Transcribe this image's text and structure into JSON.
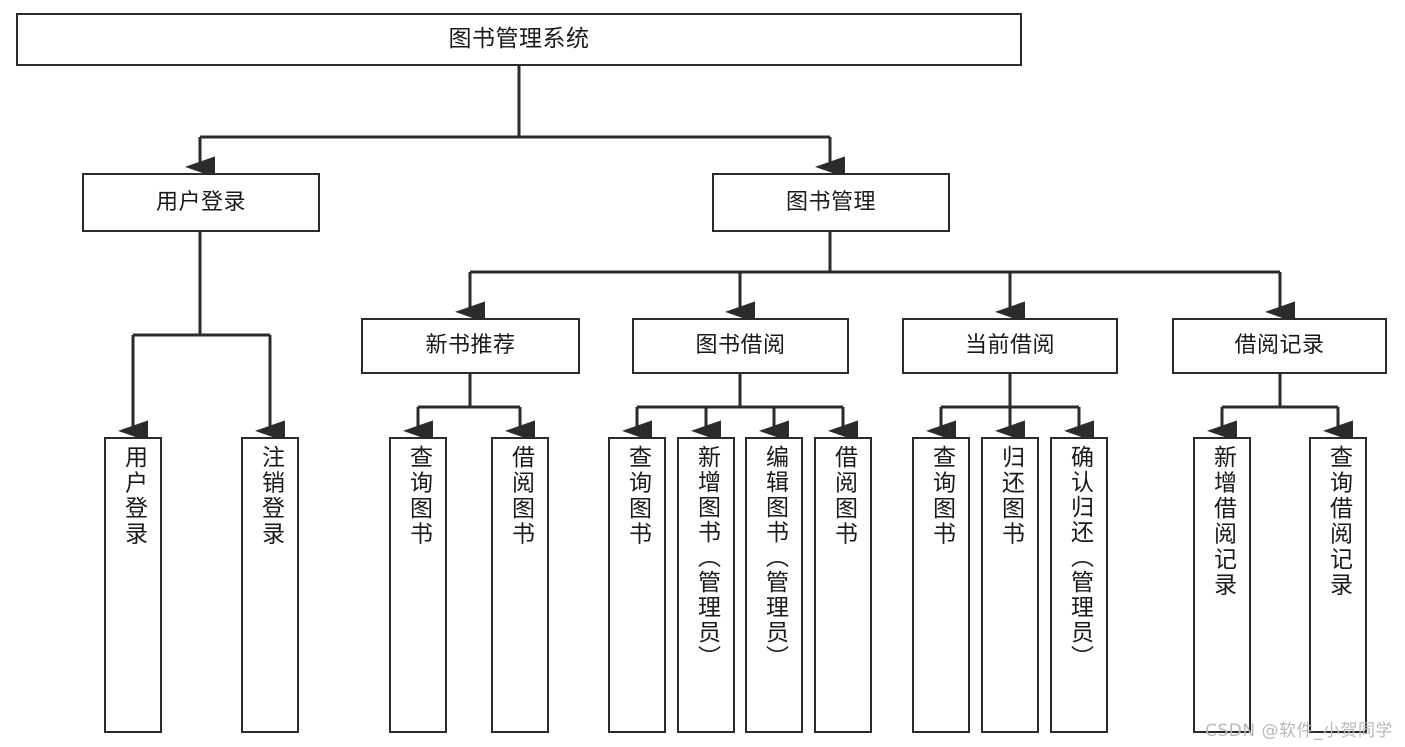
{
  "diagram": {
    "title": "图书管理系统",
    "type": "tree-hierarchy",
    "watermark": "CSDN @软件_小贺同学",
    "colors": {
      "stroke": "#2b2b2b",
      "fill": "#ffffff",
      "text": "#1a1a1a",
      "watermark": "#b9b9b9"
    },
    "nodes": {
      "root": {
        "label": "图书管理系统"
      },
      "level2": [
        {
          "id": "user-login",
          "label": "用户登录"
        },
        {
          "id": "book-manage",
          "label": "图书管理"
        }
      ],
      "level3": [
        {
          "id": "new-book-rec",
          "label": "新书推荐"
        },
        {
          "id": "book-borrow",
          "label": "图书借阅"
        },
        {
          "id": "current-borrow",
          "label": "当前借阅"
        },
        {
          "id": "borrow-record",
          "label": "借阅记录"
        }
      ],
      "leaves": [
        {
          "id": "leaf-user-login",
          "label": "用户登录",
          "parent": "user-login"
        },
        {
          "id": "leaf-logout",
          "label": "注销登录",
          "parent": "user-login"
        },
        {
          "id": "leaf-query-book-1",
          "label": "查询图书",
          "parent": "new-book-rec"
        },
        {
          "id": "leaf-borrow-book-1",
          "label": "借阅图书",
          "parent": "new-book-rec"
        },
        {
          "id": "leaf-query-book-2",
          "label": "查询图书",
          "parent": "book-borrow"
        },
        {
          "id": "leaf-add-book",
          "label": "新增图书（管理员）",
          "parent": "book-borrow"
        },
        {
          "id": "leaf-edit-book",
          "label": "编辑图书（管理员）",
          "parent": "book-borrow"
        },
        {
          "id": "leaf-borrow-book-2",
          "label": "借阅图书",
          "parent": "book-borrow"
        },
        {
          "id": "leaf-query-book-3",
          "label": "查询图书",
          "parent": "current-borrow"
        },
        {
          "id": "leaf-return-book",
          "label": "归还图书",
          "parent": "current-borrow"
        },
        {
          "id": "leaf-confirm-return",
          "label": "确认归还（管理员）",
          "parent": "current-borrow"
        },
        {
          "id": "leaf-add-record",
          "label": "新增借阅记录",
          "parent": "borrow-record"
        },
        {
          "id": "leaf-query-record",
          "label": "查询借阅记录",
          "parent": "borrow-record"
        }
      ]
    }
  }
}
